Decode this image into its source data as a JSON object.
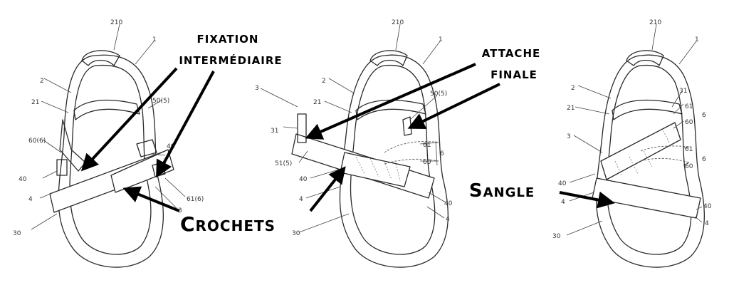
{
  "callouts": {
    "intermediate_1": "fixation",
    "intermediate_2": "intermédiaire",
    "final_1": "attache",
    "final_2": "finale",
    "hooks": "Crochets",
    "strap": "Sangle"
  },
  "refs": {
    "r210": "210",
    "r1": "1",
    "r2": "2",
    "r21": "21",
    "r3": "3",
    "r31": "31",
    "r4": "4",
    "r30": "30",
    "r40": "40",
    "r50_5": "50(5)",
    "r51_5": "51(5)",
    "r60_6": "60(6)",
    "r61_6": "61(6)",
    "r6": "6",
    "r60": "60",
    "r61": "61"
  }
}
